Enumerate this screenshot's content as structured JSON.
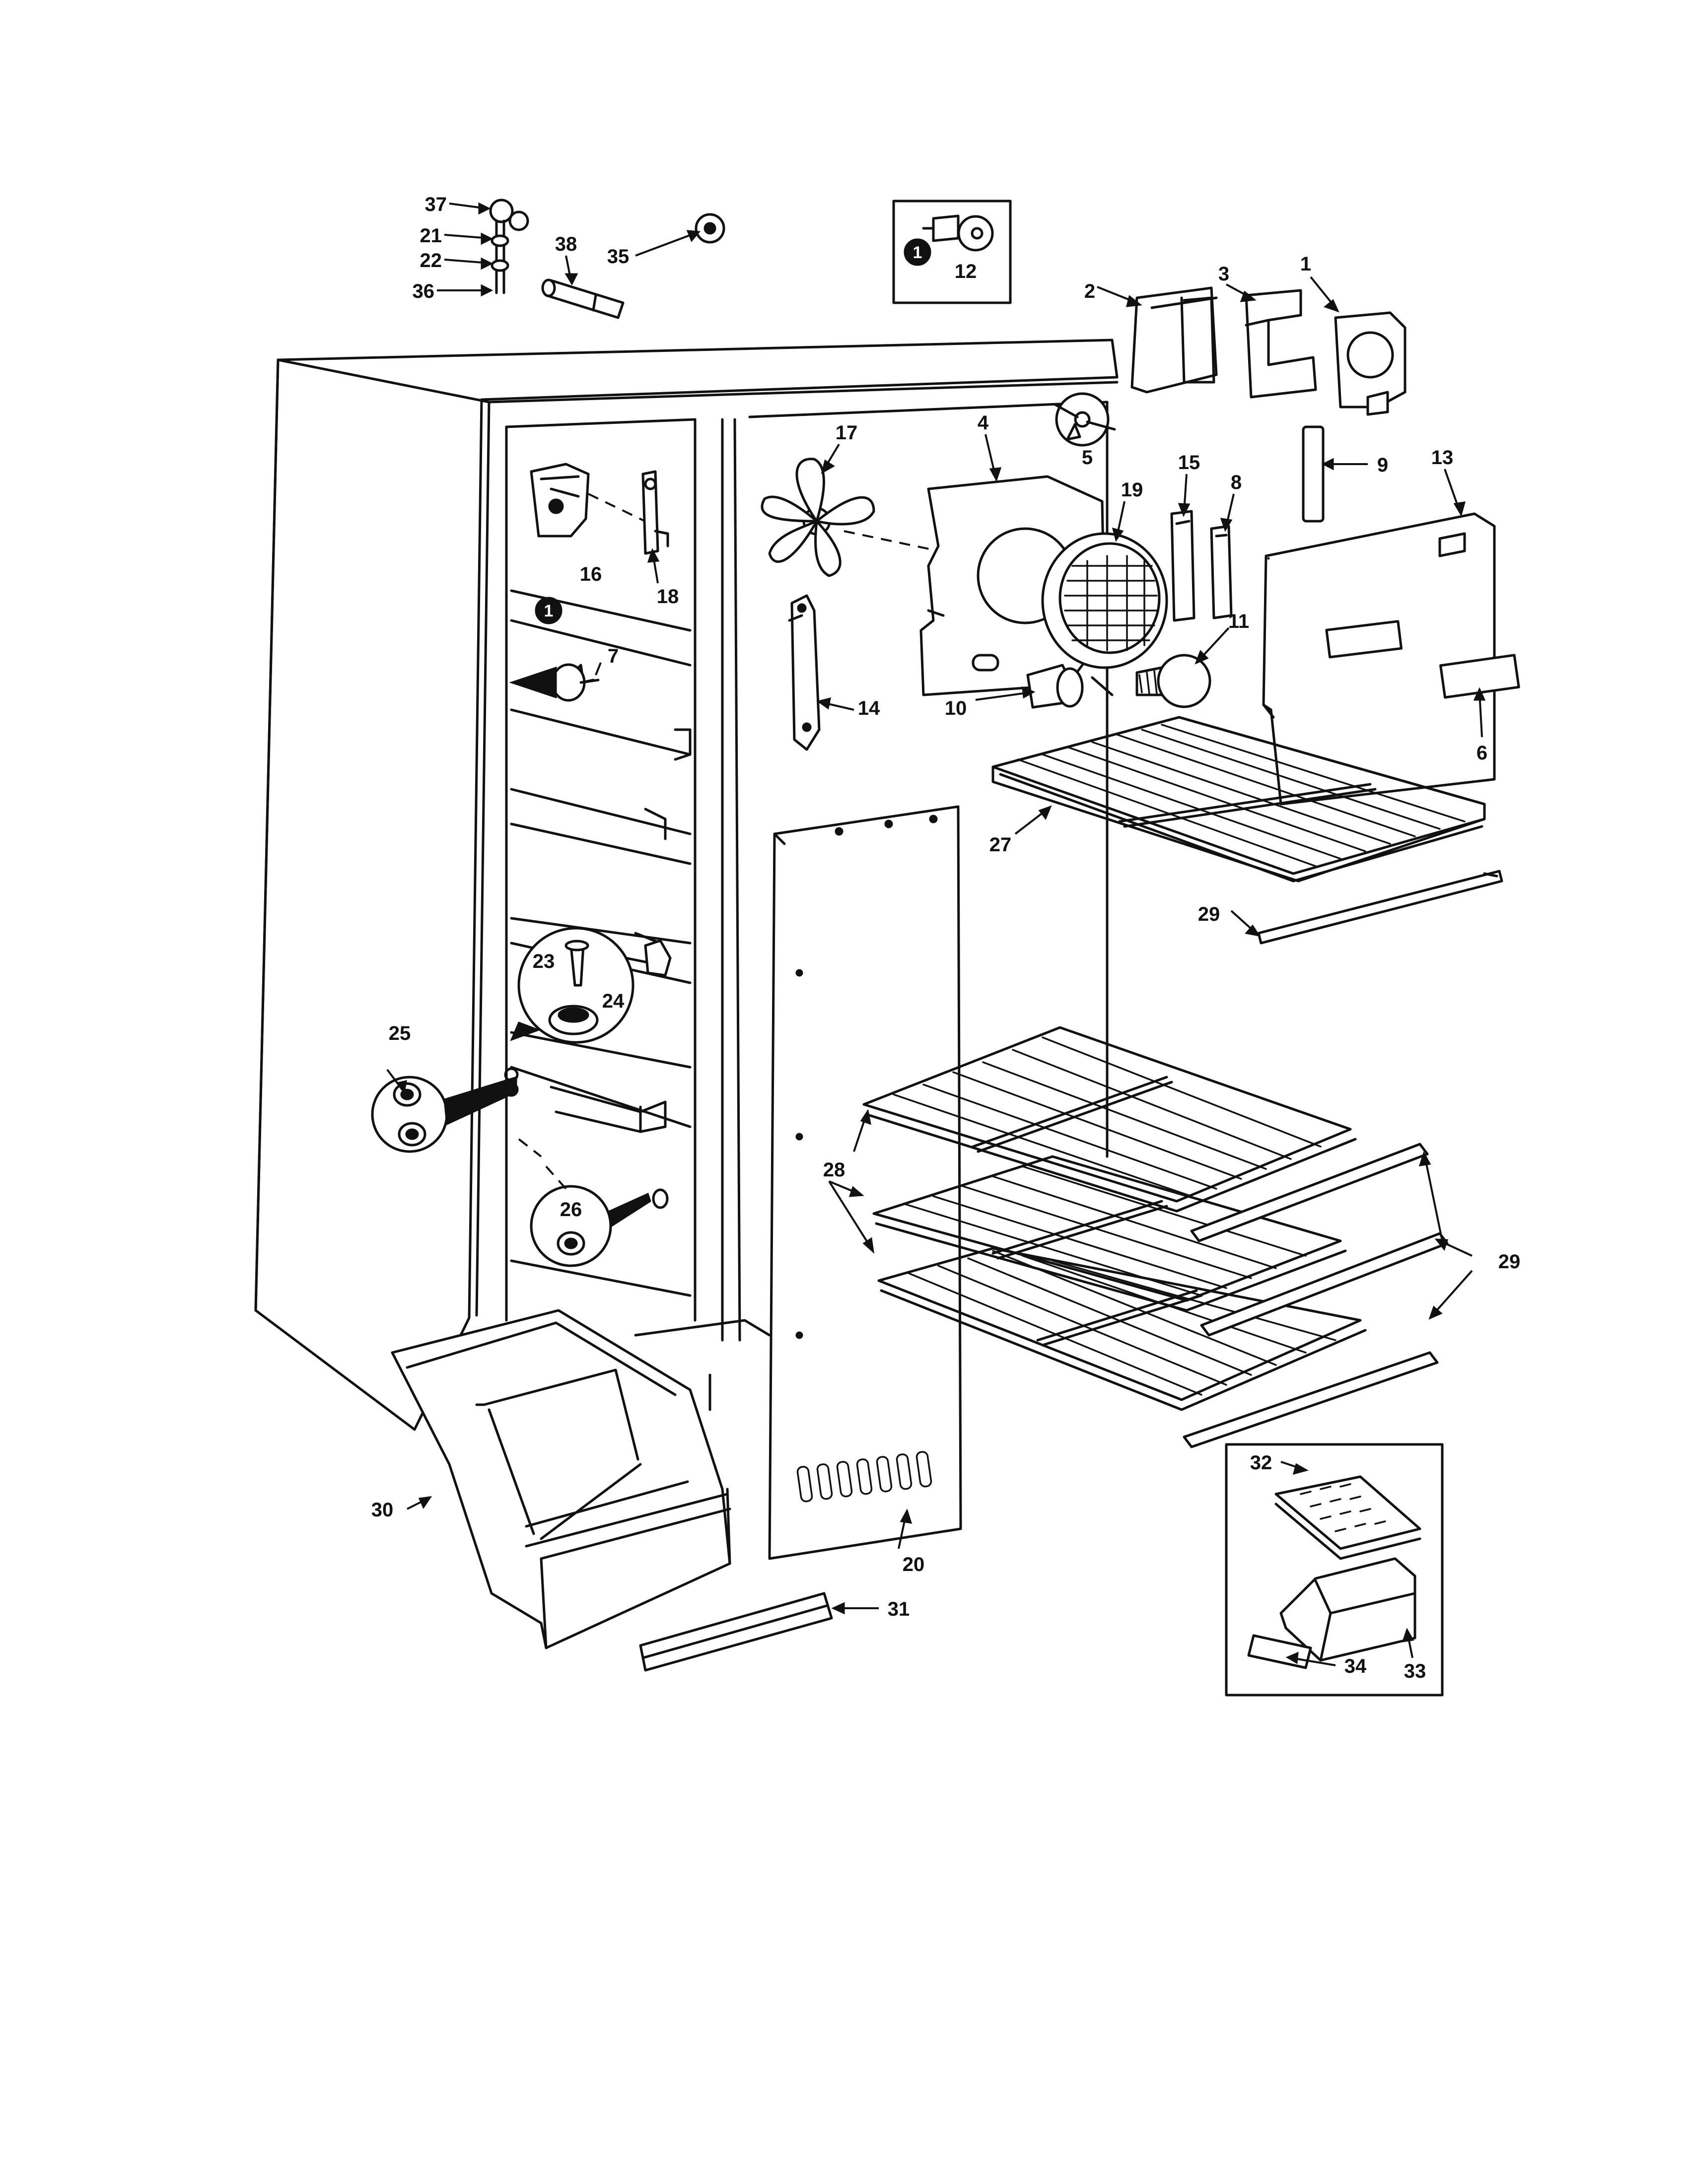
{
  "diagram": {
    "callouts": {
      "c37": "37",
      "c21": "21",
      "c22": "22",
      "c36": "36",
      "c38": "38",
      "c35": "35",
      "c12": "12",
      "c2": "2",
      "c3": "3",
      "c1": "1",
      "c9": "9",
      "c13": "13",
      "c17": "17",
      "c4": "4",
      "c5": "5",
      "c19": "19",
      "c15": "15",
      "c8": "8",
      "c11": "11",
      "c16": "16",
      "c18": "18",
      "c7": "7",
      "c14": "14",
      "c10": "10",
      "c6": "6",
      "c27": "27",
      "c29a": "29",
      "c23": "23",
      "c24": "24",
      "c25": "25",
      "c28": "28",
      "c29b": "29",
      "c26": "26",
      "c30": "30",
      "c20": "20",
      "c31": "31",
      "c32": "32",
      "c34": "34",
      "c33": "33"
    },
    "inset_badge": "1",
    "panel_badge": "1"
  }
}
